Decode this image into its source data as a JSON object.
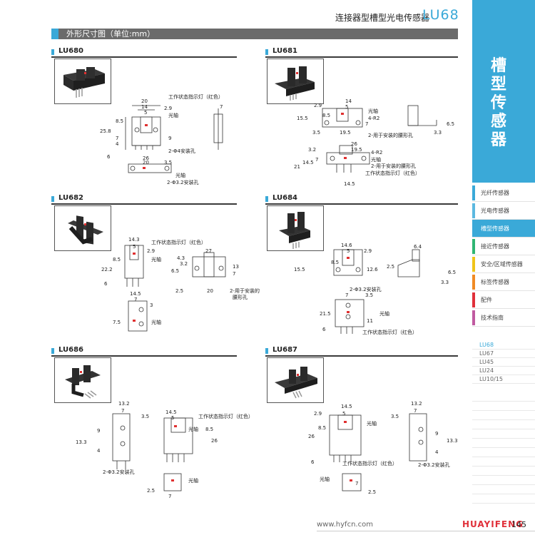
{
  "header": {
    "title": "连接器型槽型光电传感器",
    "series": "LU68"
  },
  "section": {
    "title": "外形尺寸图（单位:mm）"
  },
  "models": [
    {
      "name": "LU680"
    },
    {
      "name": "LU681"
    },
    {
      "name": "LU682"
    },
    {
      "name": "LU684"
    },
    {
      "name": "LU686"
    },
    {
      "name": "LU687"
    }
  ],
  "labels": {
    "indicator": "工作状态指示灯（红色）",
    "optical_axis": "光轴",
    "hole_phi4": "2-Φ4安装孔",
    "hole_phi32": "2-Φ3.2安装孔",
    "slot_hole": "2-用于安装的腰形孔",
    "slot_hole_a": "2-用于安装的",
    "slot_hole_b": "腰形孔",
    "r2": "4-R2"
  },
  "sidebar": {
    "category": "槽型传感器",
    "menu": [
      {
        "label": "光纤传感器",
        "color": "#3aa9d8",
        "active": false
      },
      {
        "label": "光电传感器",
        "color": "#5bb8e0",
        "active": false
      },
      {
        "label": "槽型传感器",
        "color": "#3aa9d8",
        "active": true
      },
      {
        "label": "接近传感器",
        "color": "#2fb573",
        "active": false
      },
      {
        "label": "安全/区域传感器",
        "color": "#f0c419",
        "active": false
      },
      {
        "label": "标签传感器",
        "color": "#f08a24",
        "active": false
      },
      {
        "label": "配件",
        "color": "#e0303a",
        "active": false
      },
      {
        "label": "技术指南",
        "color": "#c05aa0",
        "active": false
      }
    ],
    "model_list": [
      {
        "label": "LU68",
        "active": true
      },
      {
        "label": "LU67",
        "active": false
      },
      {
        "label": "LU45",
        "active": false
      },
      {
        "label": "LU24",
        "active": false
      },
      {
        "label": "LU10/15",
        "active": false
      }
    ]
  },
  "footer": {
    "website": "www.hyfcn.com",
    "brand": "HUAYIFENG",
    "page": "145"
  },
  "dims": {
    "lu680": [
      "20",
      "14",
      "5",
      "2.9",
      "8.5",
      "25.8",
      "7",
      "4",
      "6",
      "9",
      "26",
      "20",
      "3.5",
      "7"
    ],
    "lu681": [
      "14",
      "5",
      "2.9",
      "8.5",
      "15.5",
      "7",
      "3.5",
      "19.5",
      "6.5",
      "3.3",
      "26",
      "19.5",
      "3.2",
      "21",
      "14.5",
      "7",
      "14.5"
    ],
    "lu682": [
      "14.3",
      "5",
      "2.9",
      "8.5",
      "22.2",
      "6",
      "27",
      "4.3",
      "3.2",
      "6.5",
      "13",
      "7",
      "2.5",
      "20",
      "14.5",
      "7",
      "3",
      "7.5"
    ],
    "lu684": [
      "14.6",
      "5",
      "2.9",
      "8.5",
      "15.5",
      "12.6",
      "6.4",
      "2.5",
      "6.5",
      "3.3",
      "7",
      "3.5",
      "21.5",
      "11",
      "6"
    ],
    "lu686": [
      "13.2",
      "7",
      "3.5",
      "9",
      "13.3",
      "4",
      "14.5",
      "5",
      "8.5",
      "26",
      "2.5",
      "7"
    ],
    "lu687": [
      "14.5",
      "2.9",
      "5",
      "8.5",
      "26",
      "6",
      "13.2",
      "7",
      "3.5",
      "9",
      "13.3",
      "4",
      "7",
      "2.5"
    ]
  }
}
